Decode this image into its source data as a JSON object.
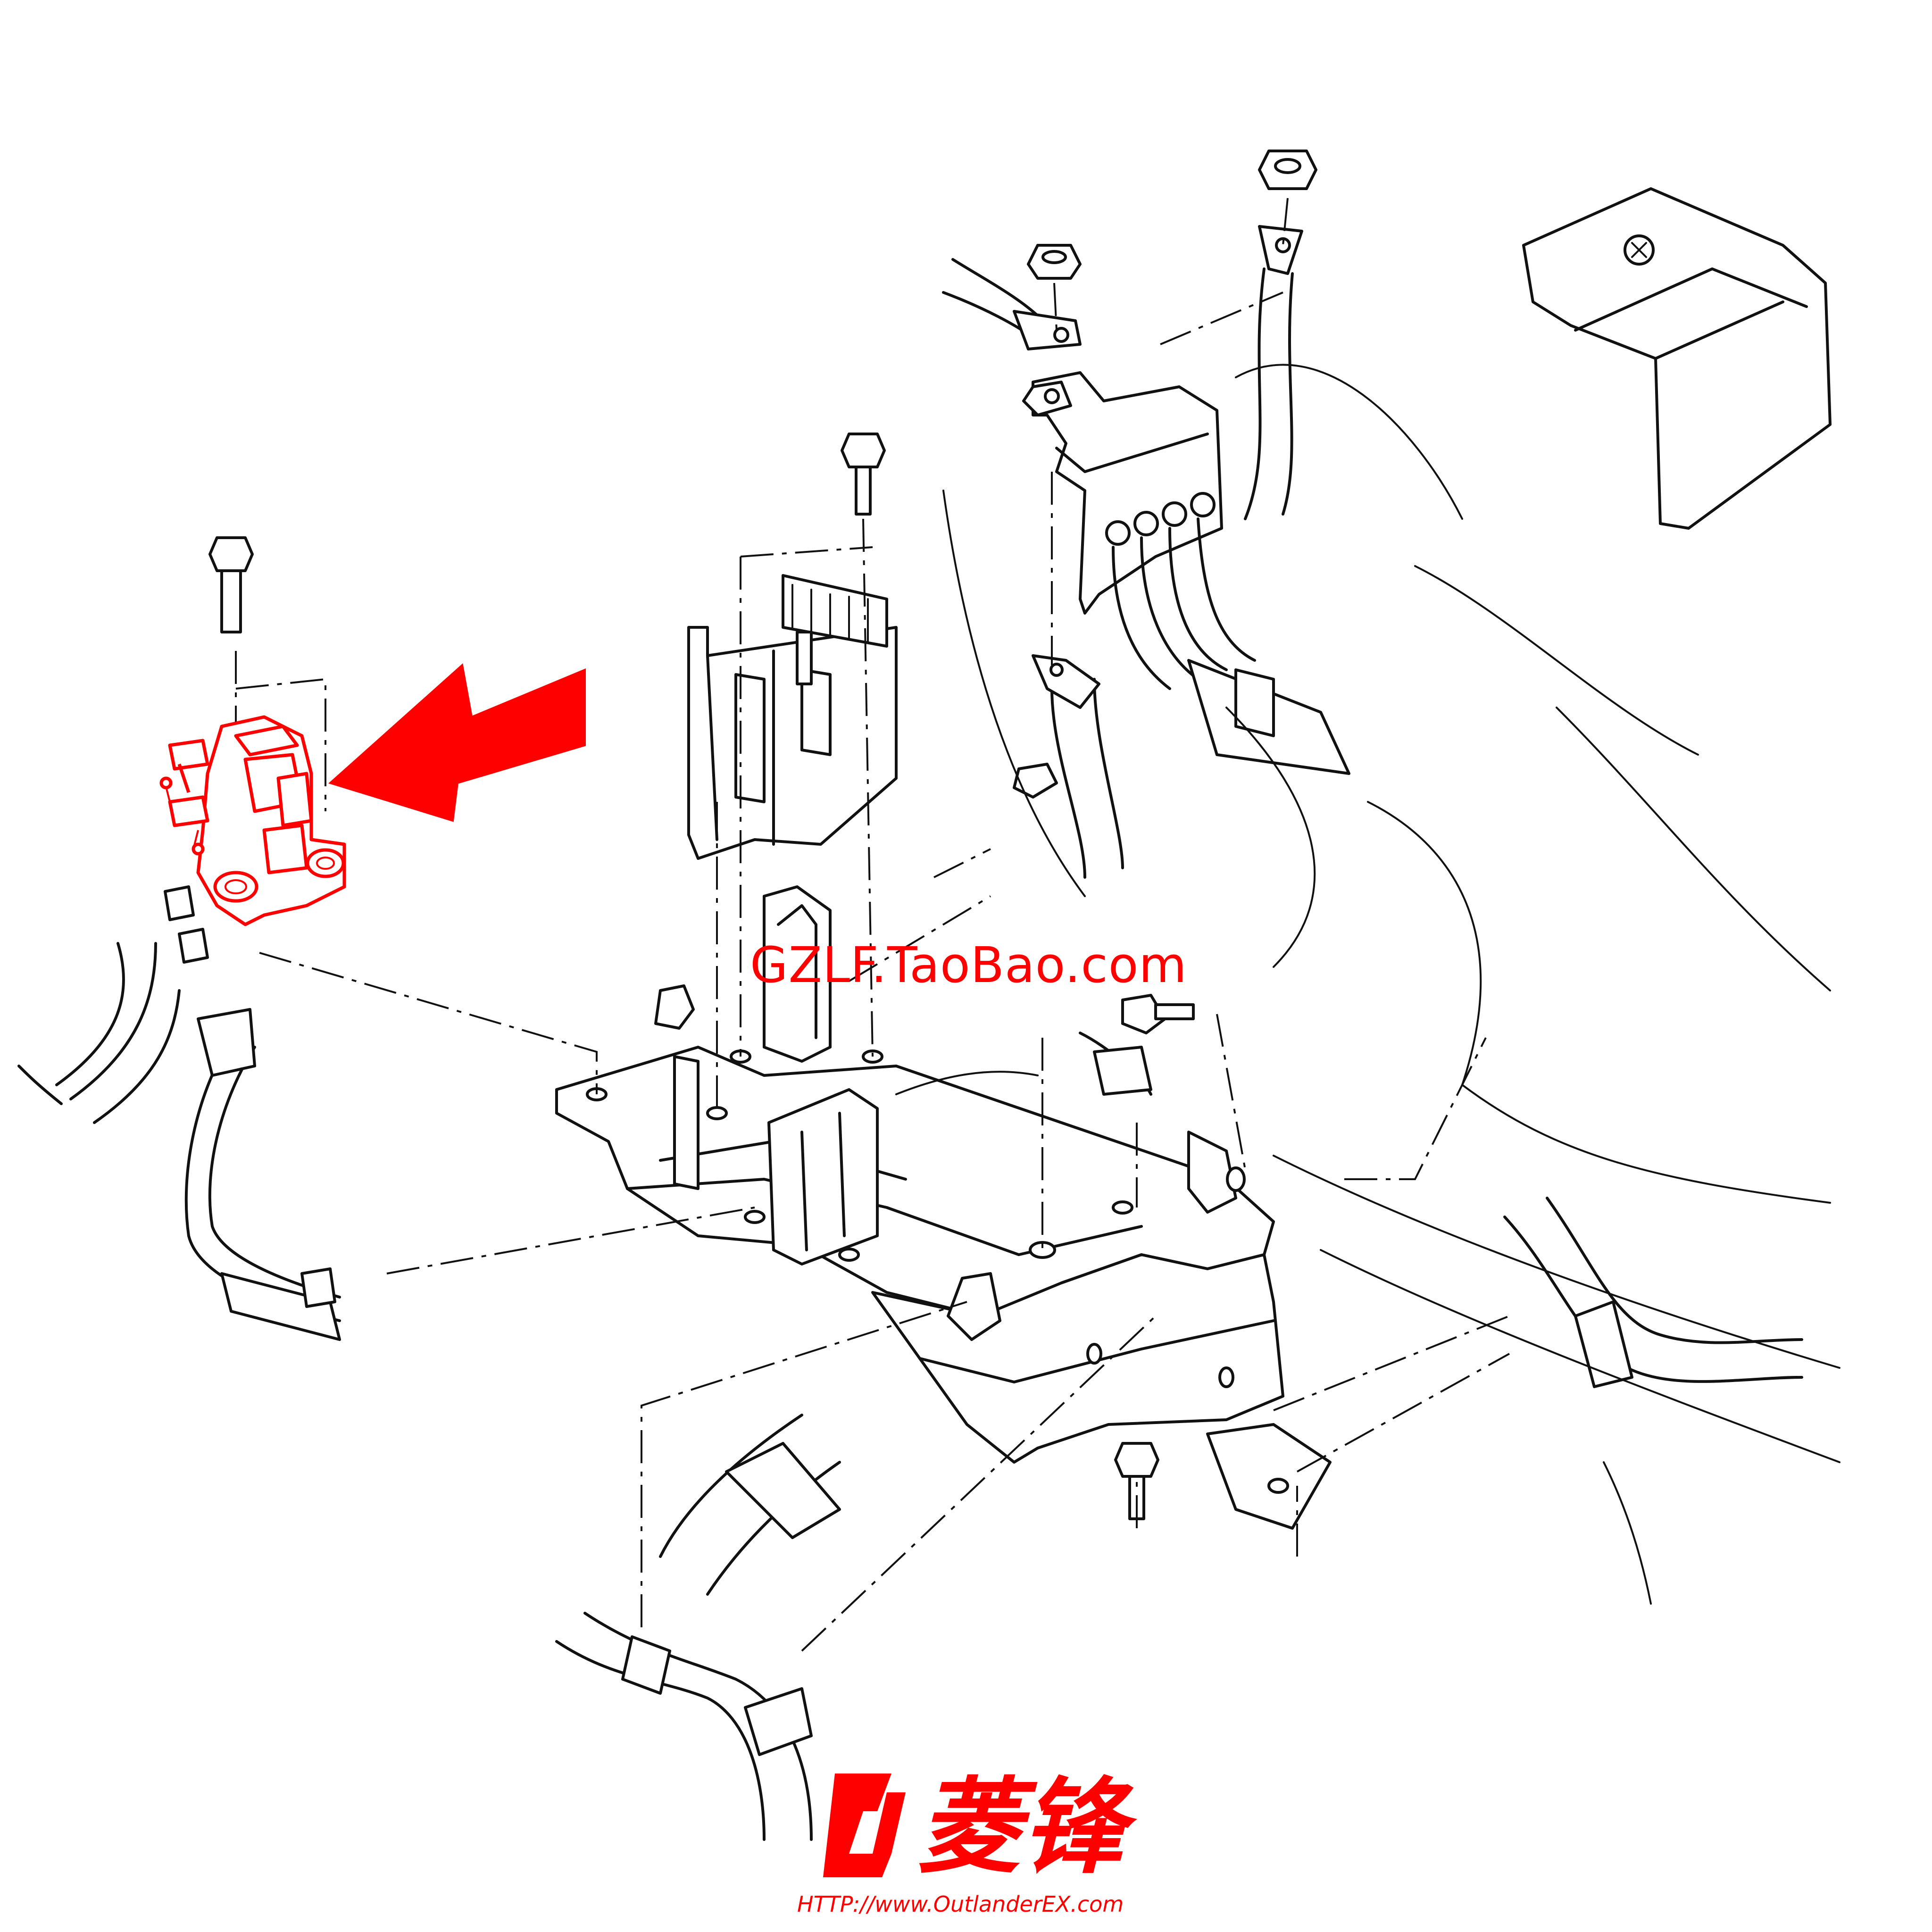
{
  "watermark": {
    "text": "GZLF.TaoBao.com",
    "color": "#ff0000"
  },
  "logo": {
    "mark_text": "菱锋",
    "url_text": "HTTP://www.OutlanderEX.com",
    "color": "#ff0000"
  },
  "highlight": {
    "color": "#ff0000",
    "part_icon": "valve-solenoid-icon",
    "pointer_icon": "arrow-pointer-icon"
  },
  "line_color": "#111111",
  "background": "#ffffff"
}
